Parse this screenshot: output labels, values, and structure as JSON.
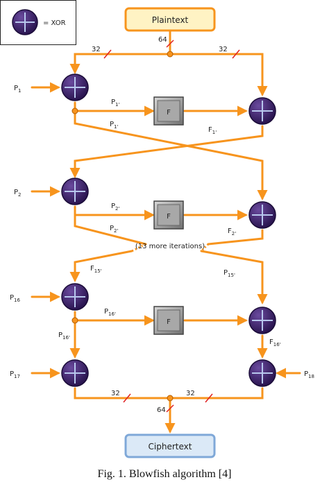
{
  "legend": {
    "equals_label": "= XOR",
    "icon": "xor-icon"
  },
  "boxes": {
    "plaintext": "Plaintext",
    "ciphertext": "Ciphertext"
  },
  "f_label": "F",
  "bits": {
    "top_left": "32",
    "top_mid": "64",
    "top_right": "32",
    "bottom_left": "32",
    "bottom_mid": "64",
    "bottom_right": "32"
  },
  "p_inputs": {
    "p1": {
      "base": "P",
      "sub": "1"
    },
    "p2": {
      "base": "P",
      "sub": "2"
    },
    "p16": {
      "base": "P",
      "sub": "16"
    },
    "p17": {
      "base": "P",
      "sub": "17"
    },
    "p18": {
      "base": "P",
      "sub": "18"
    }
  },
  "edge_labels": {
    "r1_top": {
      "base": "P",
      "sub": "1'"
    },
    "r1_cross": {
      "base": "P",
      "sub": "1'"
    },
    "r1_f": {
      "base": "F",
      "sub": "1'"
    },
    "r2_top": {
      "base": "P",
      "sub": "2'"
    },
    "r2_cross": {
      "base": "P",
      "sub": "2'"
    },
    "r2_f": {
      "base": "F",
      "sub": "2'"
    },
    "r15_f": {
      "base": "F",
      "sub": "15'"
    },
    "r15_p": {
      "base": "P",
      "sub": "15'"
    },
    "r16_top": {
      "base": "P",
      "sub": "16'"
    },
    "r16_down": {
      "base": "P",
      "sub": "16'"
    },
    "r16_f": {
      "base": "F",
      "sub": "16'"
    }
  },
  "more_iterations": "(13 more iterations)",
  "caption": "Fig. 1.   Blowfish algorithm [4]",
  "colors": {
    "arrow": "#f7941d",
    "xor_fill": "#3b2266",
    "xor_cross": "#b8c8ee",
    "slash": "#e02020",
    "f_box": "#9a9a9a",
    "plain_box": "#fff3c4",
    "cipher_box": "#dbe9f7"
  }
}
